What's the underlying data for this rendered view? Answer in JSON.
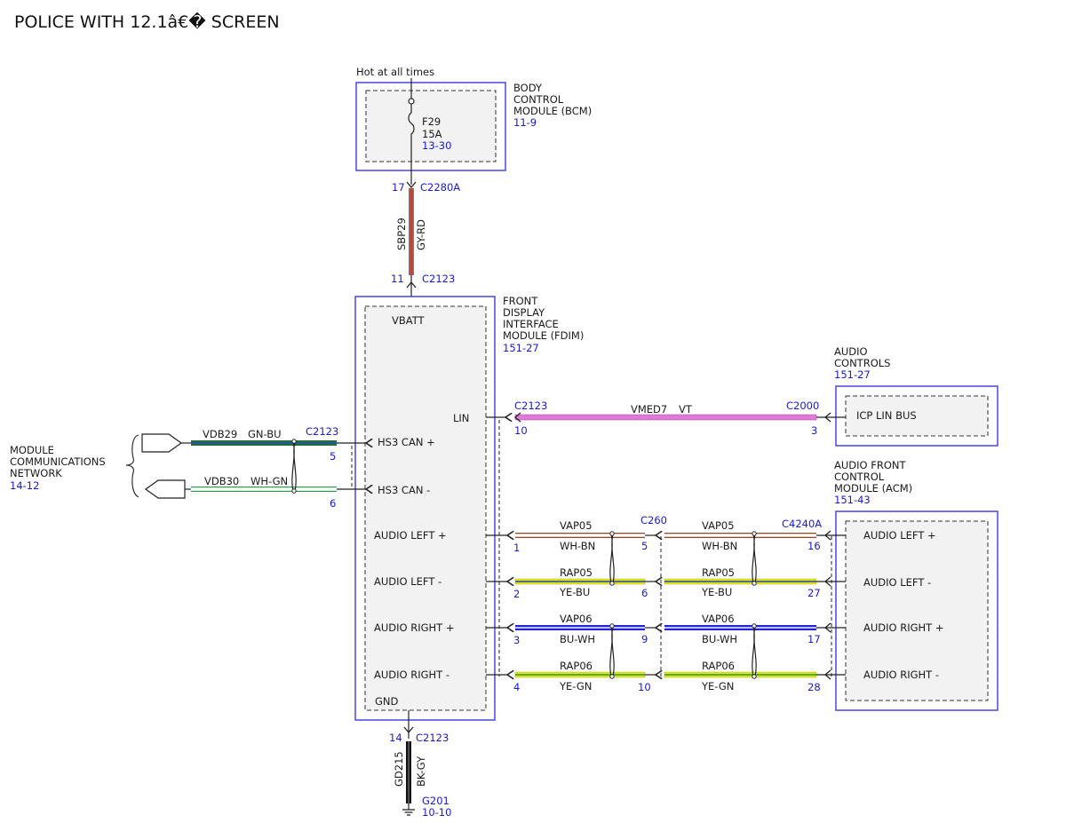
{
  "title": "POLICE WITH 12.1â€� SCREEN",
  "top": {
    "power_note": "Hot at all times",
    "bcm": {
      "name": [
        "BODY",
        "CONTROL",
        "MODULE (BCM)"
      ],
      "ref": "11-9",
      "fuse": "F29",
      "fuse_rating": "15A",
      "fuse_ref": "13-30"
    },
    "feed": {
      "pin_top": "17",
      "conn_top": "C2280A",
      "circuit": "SBP29",
      "color": "GY-RD",
      "pin_bottom": "11",
      "conn_bottom": "C2123"
    }
  },
  "fdim": {
    "name": [
      "FRONT",
      "DISPLAY",
      "INTERFACE",
      "MODULE (FDIM)"
    ],
    "ref": "151-27",
    "pins": {
      "vbatt": "VBATT",
      "lin": "LIN",
      "hs3_plus": "HS3 CAN +",
      "hs3_minus": "HS3 CAN -",
      "al_plus": "AUDIO LEFT +",
      "al_minus": "AUDIO LEFT -",
      "ar_plus": "AUDIO RIGHT +",
      "ar_minus": "AUDIO RIGHT -",
      "gnd": "GND"
    }
  },
  "network": {
    "name": [
      "MODULE",
      "COMMUNICATIONS",
      "NETWORK"
    ],
    "ref": "14-12",
    "conn": "C2123",
    "wires": [
      {
        "circuit": "VDB29",
        "color": "GN-BU",
        "pin": "5"
      },
      {
        "circuit": "VDB30",
        "color": "WH-GN",
        "pin": "6"
      }
    ]
  },
  "audio_controls": {
    "name": [
      "AUDIO",
      "CONTROLS"
    ],
    "ref": "151-27",
    "pin_label": "ICP LIN BUS",
    "wire": {
      "circuit": "VMED7",
      "color": "VT",
      "conn_left": "C2123",
      "pin_left": "10",
      "conn_right": "C2000",
      "pin_right": "3"
    }
  },
  "acm": {
    "name": [
      "AUDIO FRONT",
      "CONTROL",
      "MODULE (ACM)"
    ],
    "ref": "151-43",
    "pins": [
      "AUDIO LEFT +",
      "AUDIO LEFT -",
      "AUDIO RIGHT +",
      "AUDIO RIGHT -"
    ],
    "conn_mid": "C260",
    "conn_right": "C4240A",
    "wires": [
      {
        "circuit": "VAP05",
        "color": "WH-BN",
        "pin_left": "1",
        "pin_mid": "5",
        "pin_right": "16"
      },
      {
        "circuit": "RAP05",
        "color": "YE-BU",
        "pin_left": "2",
        "pin_mid": "6",
        "pin_right": "27"
      },
      {
        "circuit": "VAP06",
        "color": "BU-WH",
        "pin_left": "3",
        "pin_mid": "9",
        "pin_right": "17"
      },
      {
        "circuit": "RAP06",
        "color": "YE-GN",
        "pin_left": "4",
        "pin_mid": "10",
        "pin_right": "28"
      }
    ]
  },
  "ground": {
    "pin": "14",
    "conn": "C2123",
    "circuit": "GD215",
    "color": "BK-GY",
    "point": "G201",
    "ref": "10-10"
  },
  "colors": {
    "module_border": "#3a3ae0",
    "ref_text": "#1a1acc",
    "wire_gy_rd": [
      "#7a7a7a",
      "#d43a2a"
    ],
    "wire_gn_bu": [
      "#1e6b3c",
      "#2a4fb0"
    ],
    "wire_wh_gn": [
      "#ffffff",
      "#2e9a4a"
    ],
    "wire_vt": "#e07ad8",
    "wire_wh_bn": [
      "#ffffff",
      "#8b4a2b"
    ],
    "wire_ye_bu": [
      "#e6e61a",
      "#2a4fb0"
    ],
    "wire_bu_wh": [
      "#2424d8",
      "#ffffff"
    ],
    "wire_ye_gn": [
      "#e6e61a",
      "#2e9a4a"
    ],
    "wire_bk_gy": [
      "#111111",
      "#7a7a7a"
    ]
  }
}
